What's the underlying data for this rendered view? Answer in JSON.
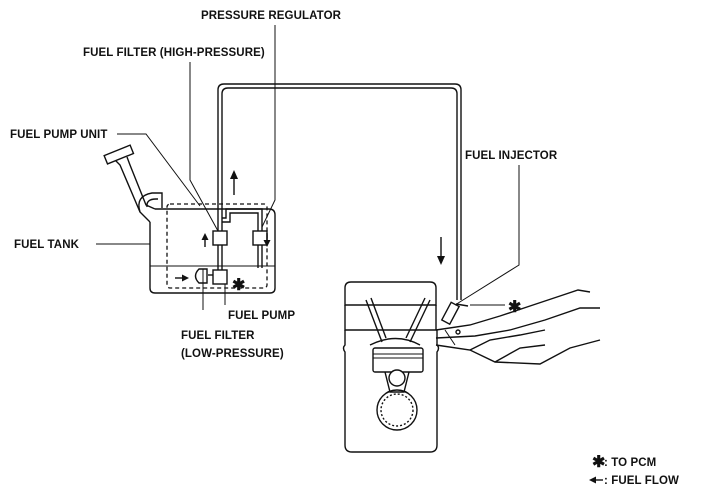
{
  "labels": {
    "pressure_regulator": "PRESSURE REGULATOR",
    "fuel_filter_high": "FUEL FILTER (HIGH-PRESSURE)",
    "fuel_pump_unit": "FUEL PUMP UNIT",
    "fuel_tank": "FUEL TANK",
    "fuel_injector": "FUEL INJECTOR",
    "fuel_pump": "FUEL PUMP",
    "fuel_filter_low_line1": "FUEL FILTER",
    "fuel_filter_low_line2": "(LOW-PRESSURE)"
  },
  "legend": {
    "pcm_symbol": "✱",
    "pcm_text": ": TO PCM",
    "flow_text": ": FUEL FLOW"
  },
  "diagram_symbols": {
    "pump_pcm_mark": "✱",
    "injector_pcm_mark": "✱"
  }
}
